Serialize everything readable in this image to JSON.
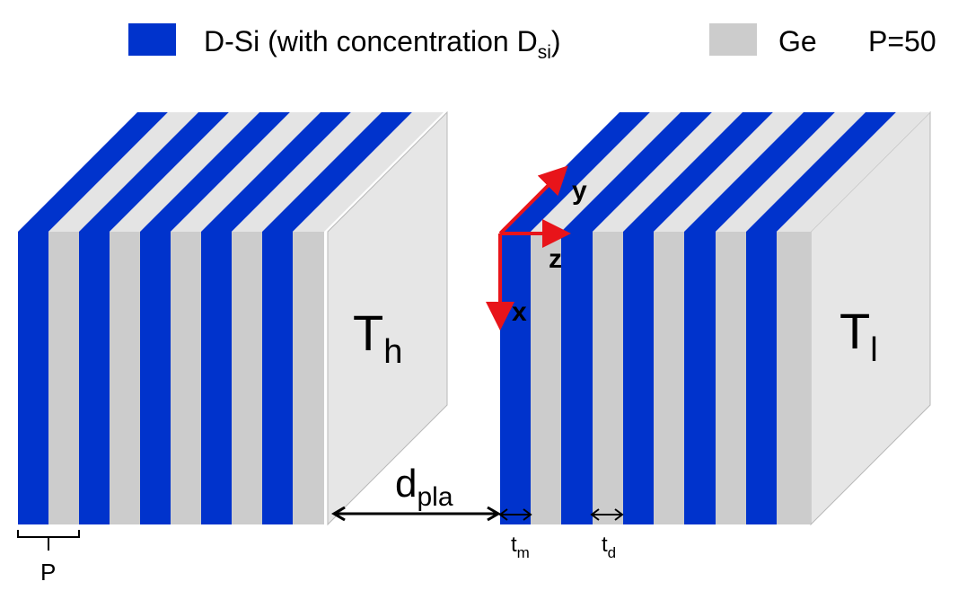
{
  "legend": {
    "material1": {
      "label": "D-Si (with concentration D",
      "subscript": "si",
      "suffix": ")",
      "color": "#0033cc"
    },
    "material2": {
      "label": "Ge",
      "color": "#cccccc"
    },
    "period_count": "P=50"
  },
  "blocks": {
    "hot": {
      "label": "T",
      "subscript": "h"
    },
    "cold": {
      "label": "T",
      "subscript": "l"
    }
  },
  "axes": {
    "x": "x",
    "y": "y",
    "z": "z",
    "color": "#e8141a"
  },
  "dimensions": {
    "gap": {
      "label": "d",
      "subscript": "pla"
    },
    "period": "P",
    "metal_thickness": {
      "label": "t",
      "subscript": "m"
    },
    "dielectric_thickness": {
      "label": "t",
      "subscript": "d"
    }
  },
  "colors": {
    "top_blue": "#0033cc",
    "top_gray": "#e4e4e4",
    "side": "#e6e6e6",
    "edge": "#b8b8b8"
  }
}
